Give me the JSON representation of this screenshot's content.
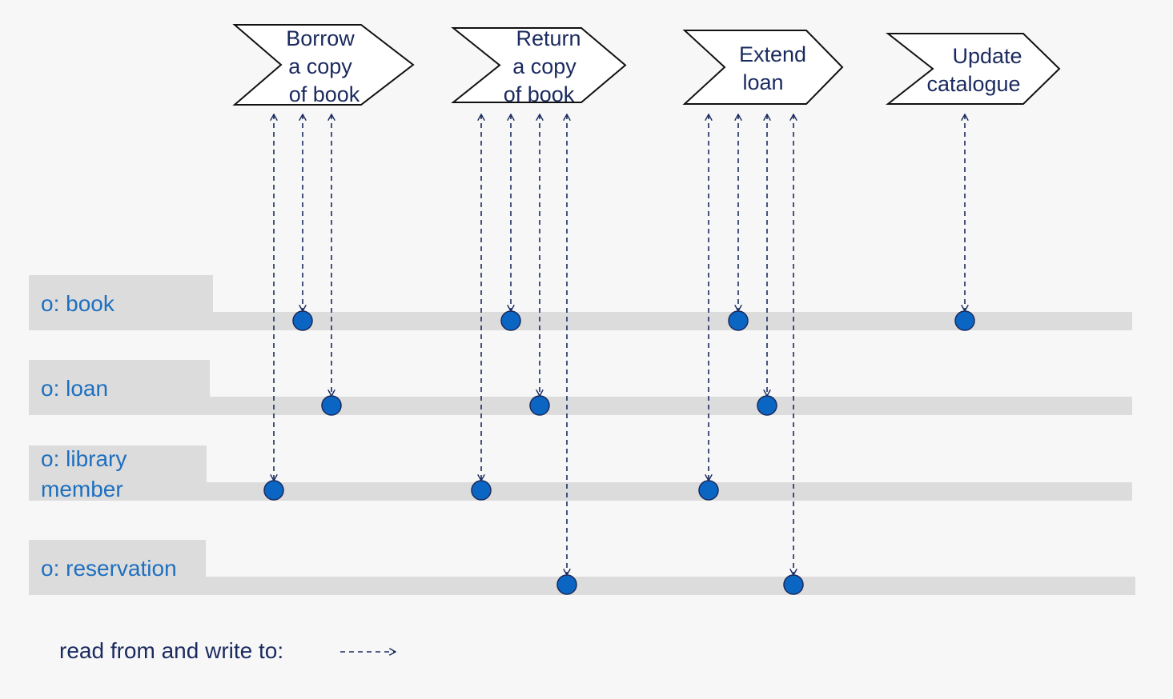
{
  "processes": [
    {
      "id": "borrow",
      "lines": [
        "Borrow",
        "a copy",
        "of book"
      ],
      "objects": [
        "library_member",
        "book",
        "loan"
      ]
    },
    {
      "id": "return",
      "lines": [
        "Return",
        "a copy",
        "of book"
      ],
      "objects": [
        "library_member",
        "book",
        "loan",
        "reservation"
      ]
    },
    {
      "id": "extend",
      "lines": [
        "Extend",
        "loan"
      ],
      "objects": [
        "library_member",
        "book",
        "loan",
        "reservation"
      ]
    },
    {
      "id": "update",
      "lines": [
        "Update",
        "catalogue"
      ],
      "objects": [
        "book"
      ]
    }
  ],
  "objects": [
    {
      "id": "book",
      "label": "o: book"
    },
    {
      "id": "loan",
      "label": "o: loan"
    },
    {
      "id": "library_member",
      "label": "o: library\nmember"
    },
    {
      "id": "reservation",
      "label": "o: reservation"
    }
  ],
  "legend": {
    "text": "read from and write to:",
    "line": "dashed-arrow"
  },
  "colors": {
    "object_label": "#1e6fbf",
    "process_text": "#1a2a5e",
    "dot_fill": "#0b66c3",
    "dot_stroke": "#1a2a5e",
    "arrow": "#1a2a5e",
    "lane": "#dcdcdc",
    "background": "#f7f7f7"
  }
}
